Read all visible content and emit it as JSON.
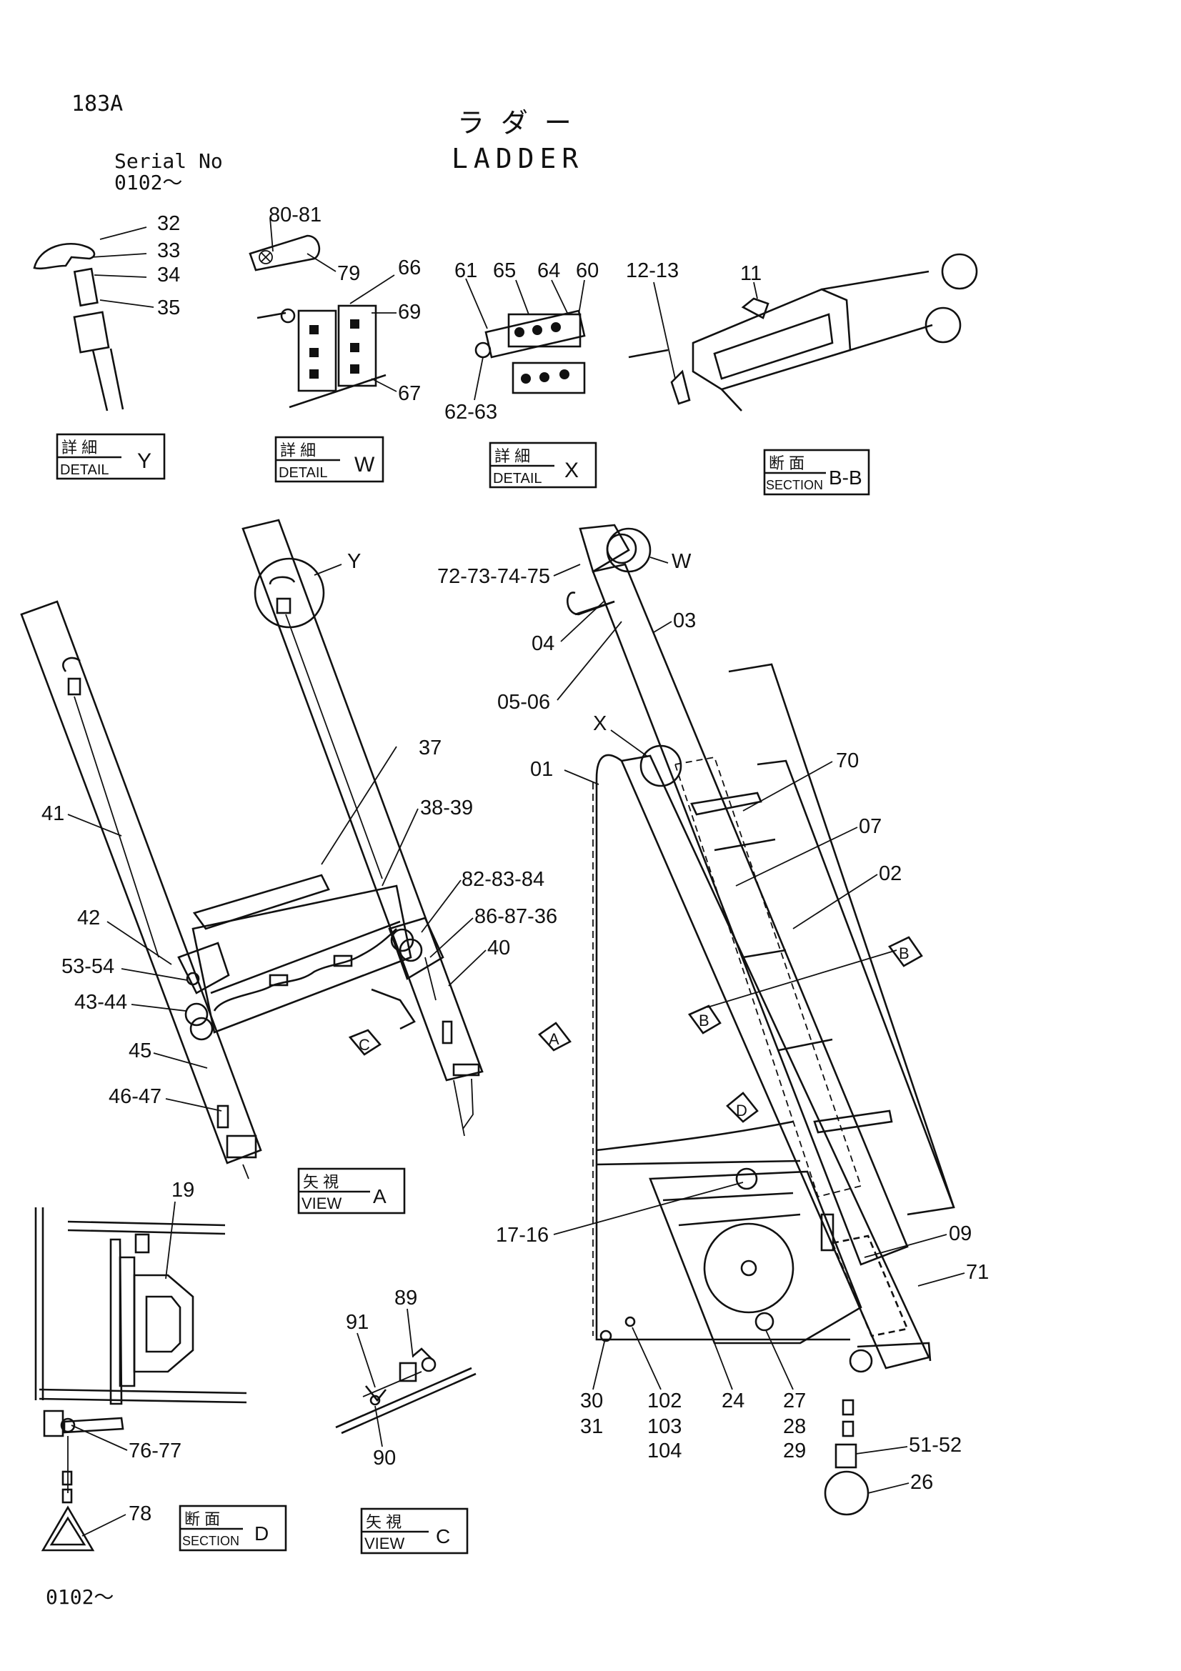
{
  "header": {
    "page_code": "183A",
    "title_jp": "ラ ダ ー",
    "title_en": "LADDER",
    "serial_label": "Serial No",
    "serial_value": "0102～"
  },
  "footer": {
    "serial_value": "0102～"
  },
  "views": {
    "detail_y": {
      "jp": "詳 細",
      "en": "DETAIL",
      "key": "Y"
    },
    "detail_w": {
      "jp": "詳 細",
      "en": "DETAIL",
      "key": "W"
    },
    "detail_x": {
      "jp": "詳 細",
      "en": "DETAIL",
      "key": "X"
    },
    "section_bb": {
      "jp": "断 面",
      "en": "SECTION",
      "key": "B-B"
    },
    "view_a": {
      "jp": "矢 視",
      "en": "VIEW",
      "key": "A"
    },
    "section_d": {
      "jp": "断 面",
      "en": "SECTION",
      "key": "D"
    },
    "view_c": {
      "jp": "矢 視",
      "en": "VIEW",
      "key": "C"
    }
  },
  "markers": {
    "y": "Y",
    "w": "W",
    "x": "X",
    "a": "A",
    "b1": "B",
    "b2": "B",
    "c": "C",
    "d": "D"
  },
  "labels": {
    "p32": "32",
    "p33": "33",
    "p34": "34",
    "p35": "35",
    "p80_81": "80-81",
    "p79": "79",
    "p66": "66",
    "p69": "69",
    "p67": "67",
    "p61": "61",
    "p65": "65",
    "p64": "64",
    "p60": "60",
    "p62_63": "62-63",
    "p12_13": "12-13",
    "p11": "11",
    "p72_75": "72-73-74-75",
    "p04": "04",
    "p05_06": "05-06",
    "p03": "03",
    "p01": "01",
    "p70": "70",
    "p07": "07",
    "p02": "02",
    "p41": "41",
    "p37": "37",
    "p38_39": "38-39",
    "p82_84": "82-83-84",
    "p86_87_36": "86-87-36",
    "p40": "40",
    "p42": "42",
    "p53_54": "53-54",
    "p43_44": "43-44",
    "p45": "45",
    "p46_47": "46-47",
    "p19": "19",
    "p17_16": "17-16",
    "p09": "09",
    "p71": "71",
    "p89": "89",
    "p91": "91",
    "p90": "90",
    "p30": "30",
    "p31": "31",
    "p102": "102",
    "p103": "103",
    "p104": "104",
    "p24": "24",
    "p27": "27",
    "p28": "28",
    "p29": "29",
    "p51_52": "51-52",
    "p26": "26",
    "p76_77": "76-77",
    "p78": "78"
  }
}
